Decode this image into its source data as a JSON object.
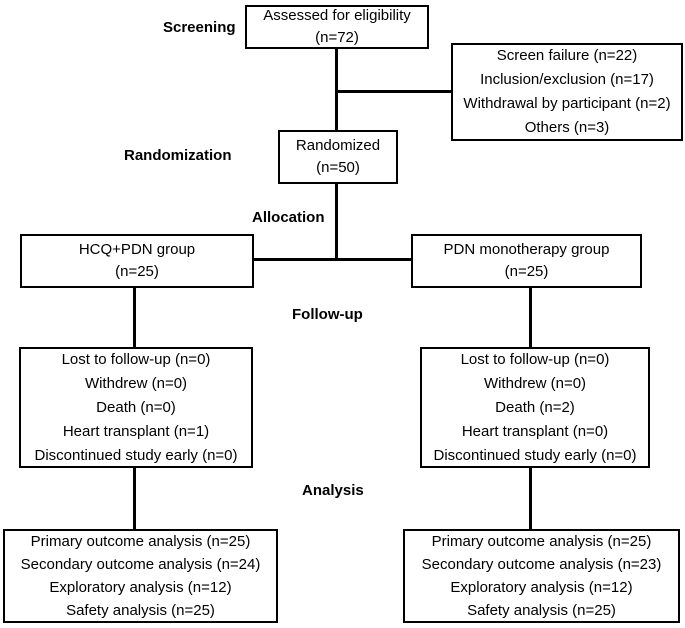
{
  "diagram": {
    "type": "consort-flow-diagram",
    "colors": {
      "background": "#ffffff",
      "border": "#000000",
      "text": "#000000",
      "connector": "#000000"
    },
    "stages": {
      "screening": "Screening",
      "randomization": "Randomization",
      "allocation": "Allocation",
      "followup": "Follow-up",
      "analysis": "Analysis"
    },
    "boxes": {
      "eligibility": {
        "lines": [
          "Assessed for eligibility",
          "(n=72)"
        ]
      },
      "exclusions": {
        "lines": [
          "Screen failure (n=22)",
          "Inclusion/exclusion (n=17)",
          "Withdrawal by participant (n=2)",
          "Others (n=3)"
        ]
      },
      "randomized": {
        "lines": [
          "Randomized",
          "(n=50)"
        ]
      },
      "group_left": {
        "lines": [
          "HCQ+PDN group",
          "(n=25)"
        ]
      },
      "group_right": {
        "lines": [
          "PDN monotherapy group",
          "(n=25)"
        ]
      },
      "followup_left": {
        "lines": [
          "Lost to follow-up (n=0)",
          "Withdrew (n=0)",
          "Death (n=0)",
          "Heart transplant (n=1)",
          "Discontinued study early (n=0)"
        ]
      },
      "followup_right": {
        "lines": [
          "Lost to follow-up (n=0)",
          "Withdrew (n=0)",
          "Death (n=2)",
          "Heart transplant (n=0)",
          "Discontinued study early (n=0)"
        ]
      },
      "analysis_left": {
        "lines": [
          "Primary outcome analysis (n=25)",
          "Secondary outcome analysis (n=24)",
          "Exploratory analysis (n=12)",
          "Safety analysis (n=25)"
        ]
      },
      "analysis_right": {
        "lines": [
          "Primary outcome analysis (n=25)",
          "Secondary outcome analysis (n=23)",
          "Exploratory analysis (n=12)",
          "Safety analysis (n=25)"
        ]
      }
    }
  }
}
